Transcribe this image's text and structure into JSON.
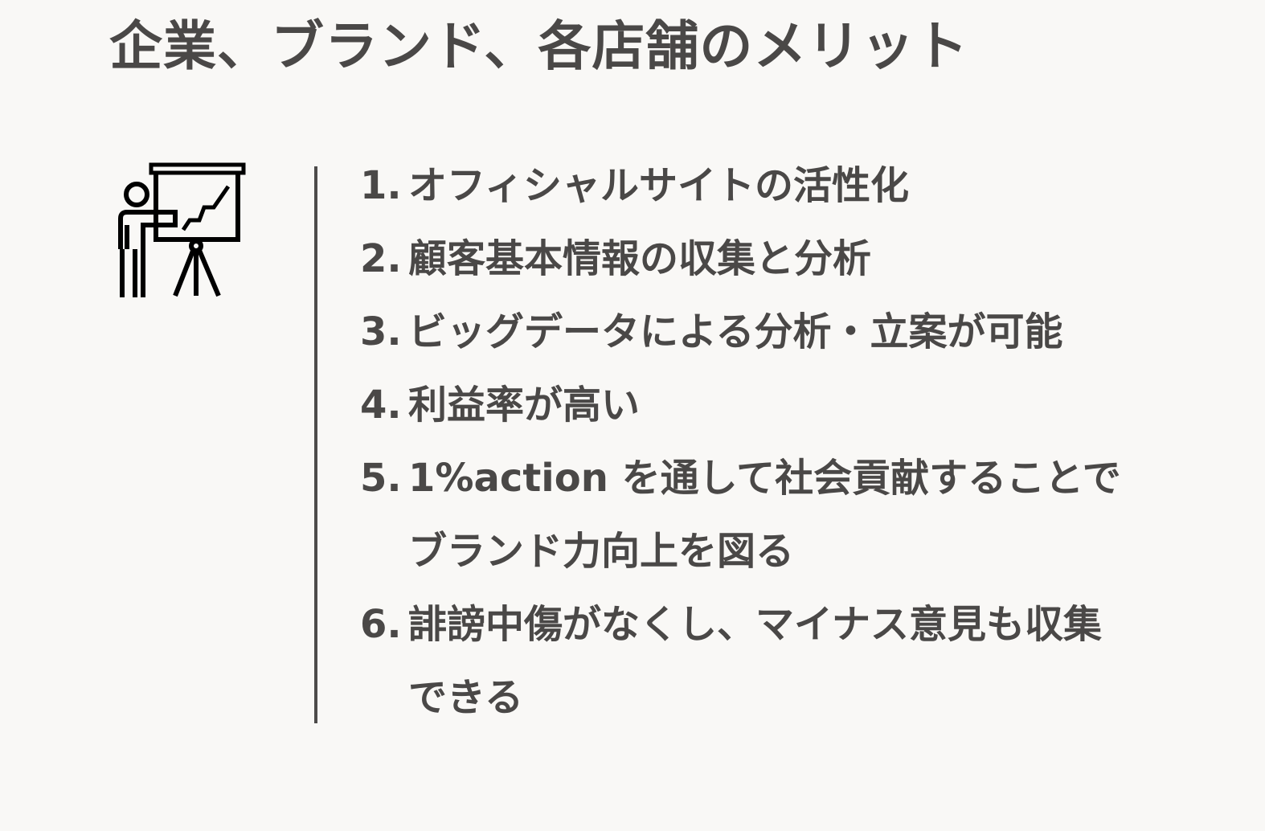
{
  "page": {
    "title": "企業、ブランド、各店舗のメリット"
  },
  "icon": {
    "name": "presenter-chart-icon",
    "color": "#000000"
  },
  "benefits": [
    {
      "number": "1.",
      "lines": [
        "オフィシャルサイトの活性化"
      ]
    },
    {
      "number": "2.",
      "lines": [
        "顧客基本情報の収集と分析"
      ]
    },
    {
      "number": "3.",
      "lines": [
        "ビッグデータによる分析・立案が可能"
      ]
    },
    {
      "number": "4.",
      "lines": [
        "利益率が高い"
      ]
    },
    {
      "number": "5.",
      "lines": [
        "1%action を通して社会貢献することで",
        "ブランド力向上を図る"
      ]
    },
    {
      "number": "6.",
      "lines": [
        "誹謗中傷がなくし、マイナス意見も収集",
        "できる"
      ]
    }
  ],
  "colors": {
    "background": "#f9f8f6",
    "text": "#4a4847",
    "divider": "#4d4b4a"
  }
}
